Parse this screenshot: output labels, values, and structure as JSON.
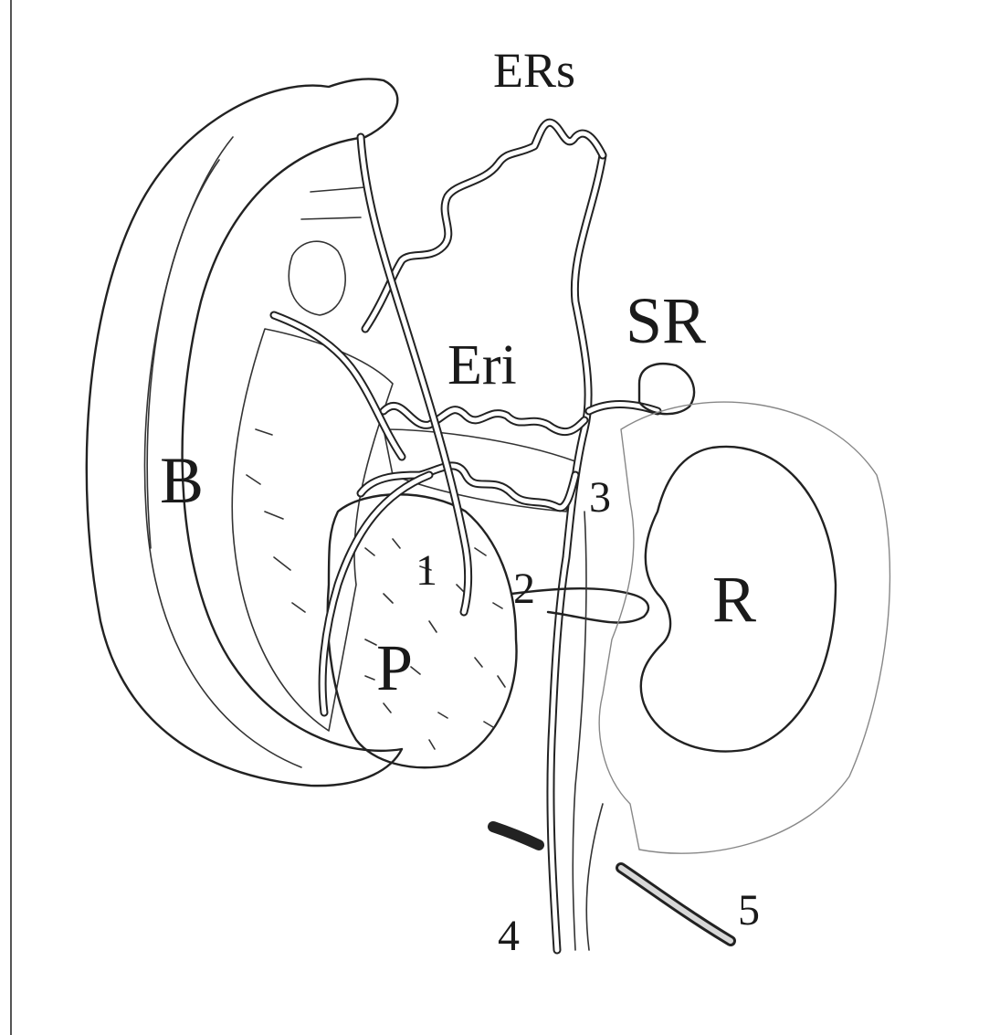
{
  "labels": {
    "spleen": "B",
    "pancreas": "P",
    "kidney": "R",
    "adrenal": "SR",
    "splenic_vessels_short": "ERs",
    "vessel_eri": "Eri",
    "n1": "1",
    "n2": "2",
    "n3": "3",
    "n4": "4",
    "n5": "5"
  },
  "colors": {
    "ink": "#222222",
    "stipple": "#dedede",
    "paper": "#ffffff"
  }
}
